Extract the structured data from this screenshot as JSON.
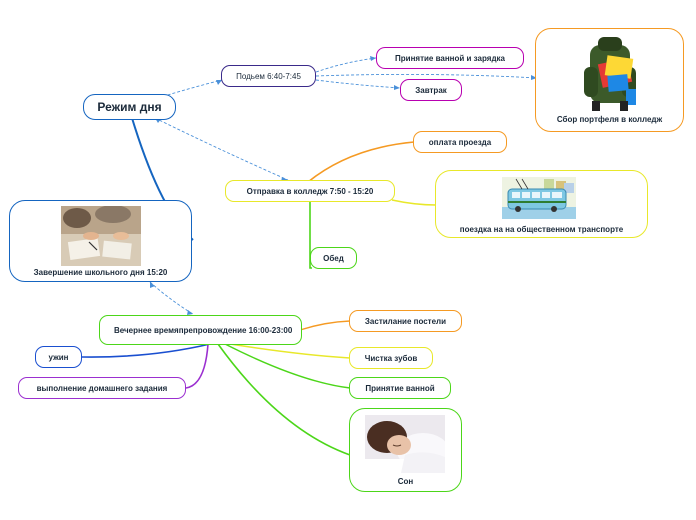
{
  "diagram": {
    "central": "Режим дня",
    "nodes": {
      "wakeup": "Подьем 6:40-7:45",
      "bath_charge": "Принятие ванной и зарядка",
      "breakfast": "Завтрак",
      "backpack": "Сбор портфеля  в колледж",
      "departure": "Отправка в колледж 7:50 - 15:20",
      "fare": "оплата проезда",
      "transport": "поездка на  на общественном транспорте",
      "lunch": "Обед",
      "school_end": "Завершение школьного дня 15:20",
      "evening": "Вечернее времяпрепровождение   16:00-23:00",
      "bed_making": "Застилание постели",
      "teeth": "Чистка зубов",
      "bath": "Принятие ванной",
      "sleep": "Сон",
      "dinner": "ужин",
      "homework": "выполнение домашнего задания"
    },
    "colors": {
      "main": "#1565c0",
      "wakeup": "#3a2a8a",
      "magenta": "#b800b0",
      "orange": "#f59a23",
      "yellow": "#e8e82a",
      "green": "#4cd619",
      "dinner_blue": "#1a4fd0",
      "purple": "#9b2fd0",
      "dashed": "#4a90d9"
    }
  }
}
